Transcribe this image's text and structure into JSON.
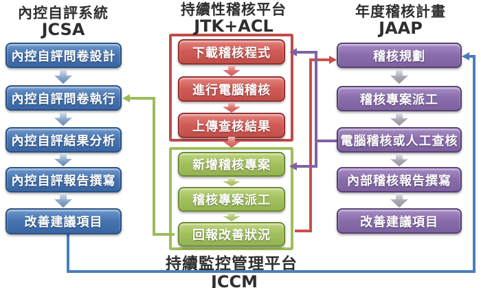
{
  "diagram": {
    "jcsa": {
      "title": "內控自評系統",
      "code": "JCSA",
      "boxes": [
        "內控自評問卷設計",
        "內控自評問卷執行",
        "內控自評結果分析",
        "內控自評報告撰寫",
        "改善建議項目"
      ]
    },
    "jtk": {
      "title": "持續性稽核平台",
      "code": "JTK+ACL",
      "red_boxes": [
        "下載稽核程式",
        "進行電腦稽核",
        "上傳查核結果"
      ],
      "green_boxes": [
        "新增稽核專案",
        "稽核專案派工",
        "回報改善狀況"
      ]
    },
    "jaap": {
      "title": "年度稽核計畫",
      "code": "JAAP",
      "boxes": [
        "稽核規劃",
        "稽核專案派工",
        "電腦稽核或人工查核",
        "內部稽核報告撰寫",
        "改善建議項目"
      ]
    },
    "jccm": {
      "title": "持續監控管理平台",
      "code": "JCCM"
    }
  },
  "colors": {
    "jcsa_blue": "#4f81bd",
    "jtk_red": "#c0504d",
    "jtk_green": "#9bbb59",
    "jaap_purple": "#8064a2",
    "connector_blue": "#4a7ebb",
    "connector_green": "#9bbb59",
    "connector_red": "#c9504b",
    "connector_purple": "#7f63a1",
    "header_text": "#2e2e2e"
  },
  "connectors": [
    {
      "color": "blue",
      "from": "改善建議項目 (JCSA)",
      "to": "稽核規劃 (JAAP)"
    },
    {
      "color": "green",
      "from": "回報改善狀況 (JCCM)",
      "to": "內控自評問卷執行 (JCSA)"
    },
    {
      "color": "red",
      "from": "回報改善狀況 (JCCM)",
      "to": "稽核規劃 (JAAP)"
    },
    {
      "color": "purple",
      "from": "電腦稽核或人工查核 (JAAP)",
      "to": "下載稽核程式 (JTK) 與 新增稽核專案 (JCCM)"
    }
  ]
}
